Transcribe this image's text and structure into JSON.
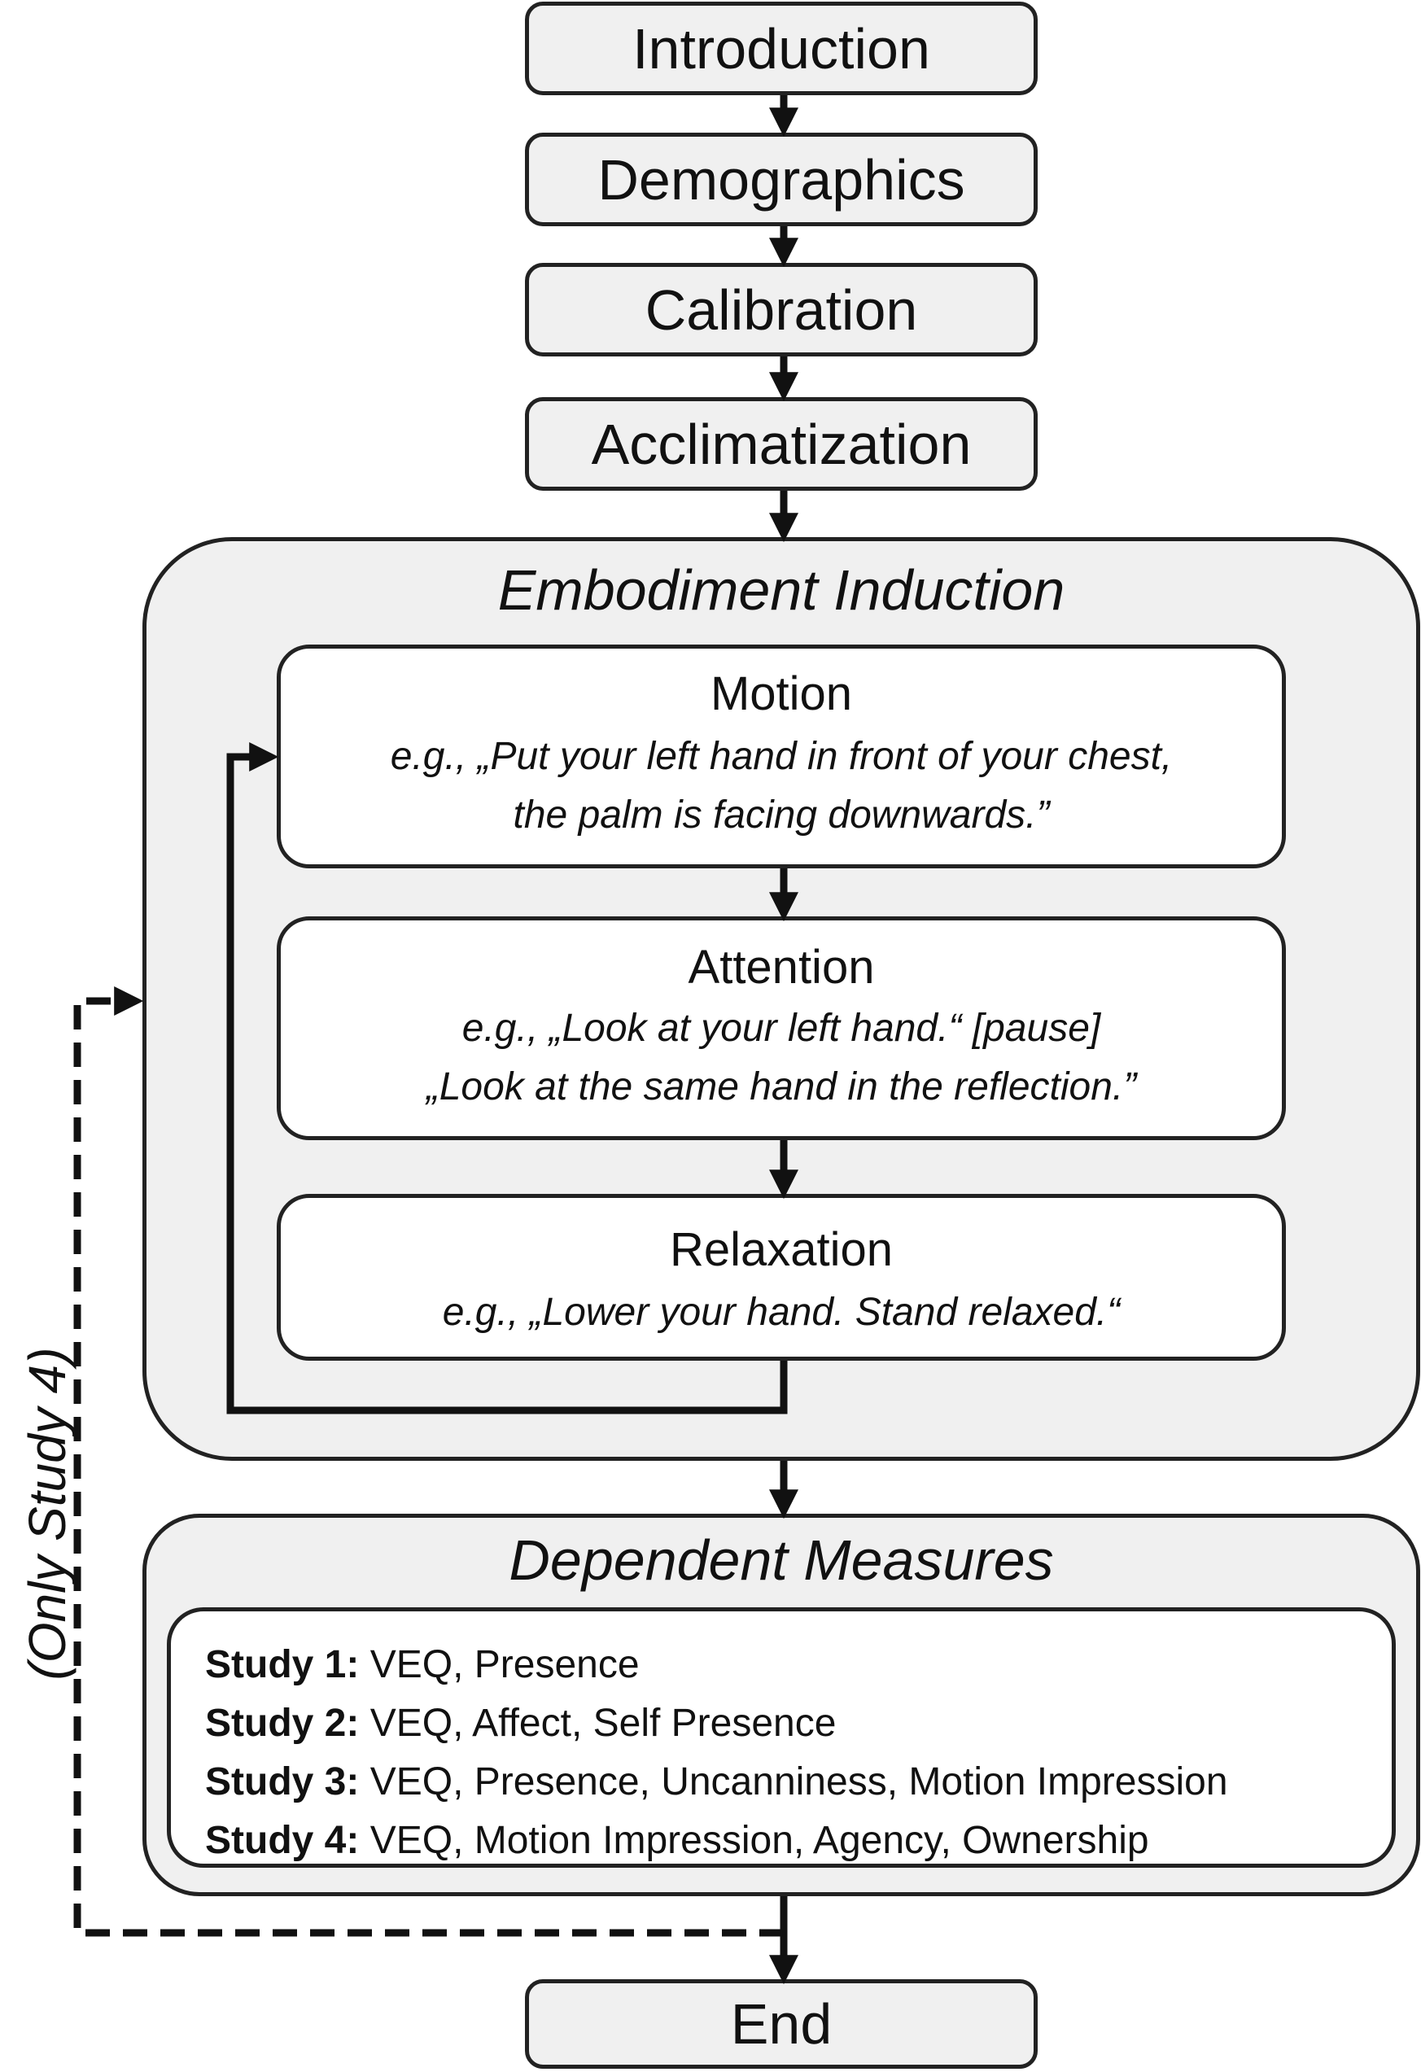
{
  "steps": {
    "introduction": "Introduction",
    "demographics": "Demographics",
    "calibration": "Calibration",
    "acclimatization": "Acclimatization",
    "end": "End"
  },
  "embodiment": {
    "title": "Embodiment Induction",
    "motion": {
      "title": "Motion",
      "line1": "e.g., „Put your left hand in front of your chest,",
      "line2": "the palm is facing downwards.”"
    },
    "attention": {
      "title": "Attention",
      "line1": "e.g., „Look at your left hand.“  [pause]",
      "line2": "„Look at the same hand in the reflection.”"
    },
    "relaxation": {
      "title": "Relaxation",
      "line1": "e.g., „Lower your hand. Stand relaxed.“"
    }
  },
  "dependent": {
    "title": "Dependent Measures",
    "studies": [
      {
        "label": "Study 1:",
        "measures": "VEQ, Presence"
      },
      {
        "label": "Study 2:",
        "measures": "VEQ, Affect, Self Presence"
      },
      {
        "label": "Study 3:",
        "measures": "VEQ, Presence, Uncanniness, Motion Impression"
      },
      {
        "label": "Study 4:",
        "measures": "VEQ, Motion Impression, Agency, Ownership"
      }
    ]
  },
  "loop_label": "(Only Study 4)"
}
